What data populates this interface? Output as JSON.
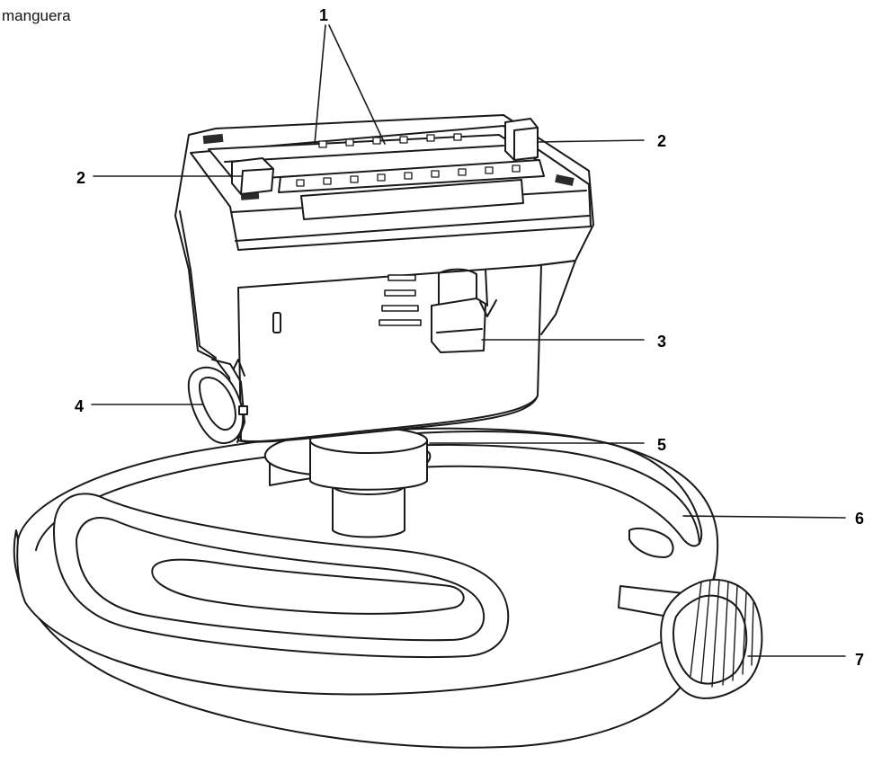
{
  "caption": "manguera",
  "callouts": {
    "c1": "1",
    "c2a": "2",
    "c2b": "2",
    "c3": "3",
    "c4": "4",
    "c5": "5",
    "c6": "6",
    "c7": "7"
  },
  "colors": {
    "line": "#1a1a1a",
    "fill": "#ffffff",
    "shade": "#2b2b2b"
  }
}
